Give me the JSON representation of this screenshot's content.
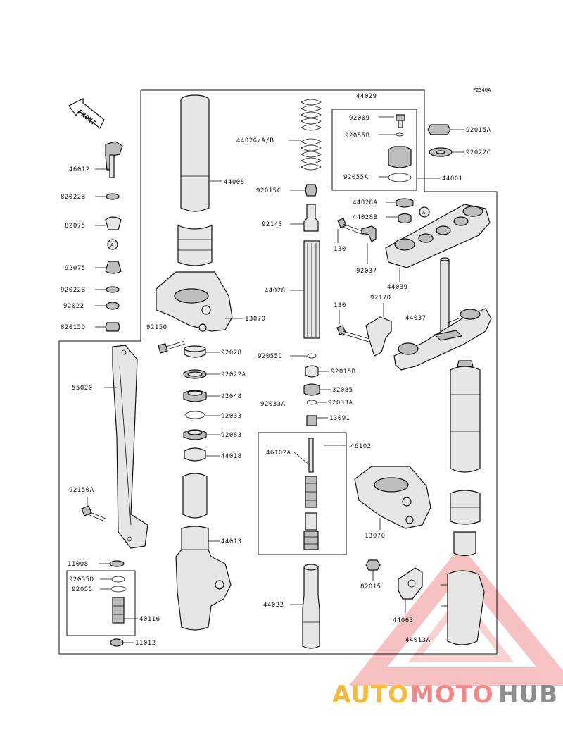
{
  "diagram": {
    "ref_code": "F2340A",
    "front_label": "FRONT",
    "circle_marker": "A",
    "part_labels": {
      "p44029": "44029",
      "p92009": "92009",
      "p92055B": "92055B",
      "p92055A": "92055A",
      "p44001": "44001",
      "p92015A": "92015A",
      "p92022C": "92022C",
      "p44026": "44026/A/B",
      "p44008": "44008",
      "p92015C": "92015C",
      "p92143": "92143",
      "p44028A": "44028A",
      "p44028B": "44028B",
      "p130a": "130",
      "p92037": "92037",
      "p44039": "44039",
      "p44028": "44028",
      "p130b": "130",
      "p92170": "92170",
      "p44037": "44037",
      "p46012": "46012",
      "p82022B_top": "82022B",
      "p82075_top": "82075",
      "p92075": "92075",
      "p92022B": "92022B",
      "p92022": "92022",
      "p82015D": "82015D",
      "p13070_top": "13070",
      "p92150": "92150",
      "p92028": "92028",
      "p92022A": "92022A",
      "p92048": "92048",
      "p92033": "92033",
      "p92083": "92083",
      "p44018": "44018",
      "p92055C": "92055C",
      "p92015B": "92015B",
      "p32085": "32085",
      "p92033A_left": "92033A",
      "p92033A_right": "92033A",
      "p13091": "13091",
      "p46102A": "46102A",
      "p46102": "46102",
      "p55020": "55020",
      "p92150A": "92150A",
      "p13070_mid": "13070",
      "p44013": "44013",
      "p11008": "11008",
      "p92055D": "92055D",
      "p92055": "92055",
      "p40116": "40116",
      "p11012": "11012",
      "p82015": "82015",
      "p44022": "44022",
      "p44063": "44063",
      "p44013A": "44013A"
    }
  },
  "watermark": {
    "part1": "AUTO",
    "part2": "MOTO",
    "part3": "HUB",
    "color1": "#f7b93a",
    "color2": "#f08a8a",
    "color3": "#8c8c8c",
    "triangle_color": "#f0a0a0"
  }
}
